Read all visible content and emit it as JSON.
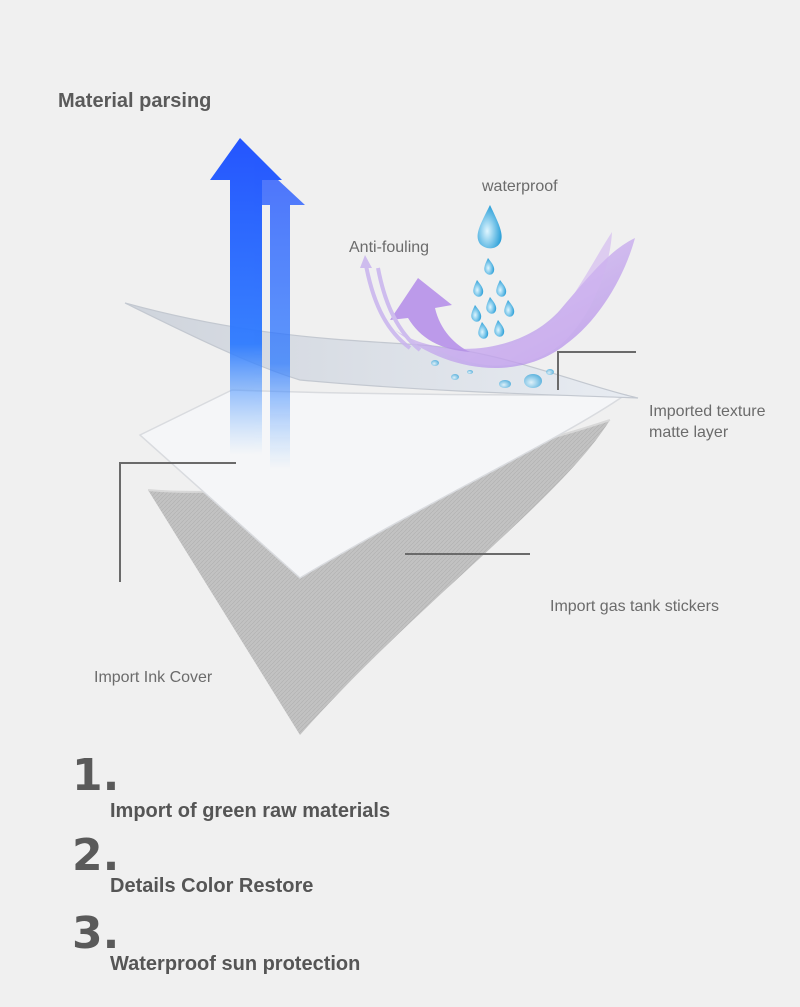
{
  "title": "Material parsing",
  "labels": {
    "waterproof": "waterproof",
    "anti_fouling": "Anti-fouling",
    "texture_line1": "Imported texture",
    "texture_line2": "matte layer",
    "gas_tank": "Import gas tank stickers",
    "ink_cover": "Import Ink Cover"
  },
  "features": [
    {
      "number": "1.",
      "text": "Import of green raw materials"
    },
    {
      "number": "2.",
      "text": "Details Color Restore"
    },
    {
      "number": "3.",
      "text": "Waterproof sun protection"
    }
  ],
  "colors": {
    "background": "#f0f0f0",
    "arrow_blue": "#1f5bff",
    "purple_wave": "#c6a8ee",
    "water_drop": "#4bb6e6",
    "layer_light": "#e2e5ea",
    "layer_dark": "#b9b9b9",
    "leader_line": "#666666"
  }
}
